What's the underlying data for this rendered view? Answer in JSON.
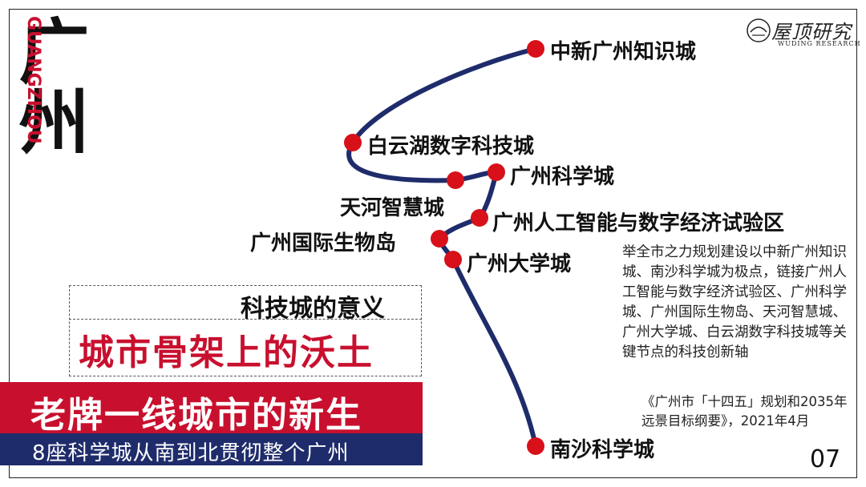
{
  "header": {
    "city_cn": "广州",
    "city_pinyin": "GUANGZHOU",
    "logo_text": "屋顶研究",
    "logo_sub": "WUDING RESEARCH"
  },
  "map": {
    "line_color": "#1f2c6b",
    "node_color": "#d7101a",
    "nodes": [
      {
        "label": "中新广州知识城"
      },
      {
        "label": "白云湖数字科技城"
      },
      {
        "label": "广州科学城"
      },
      {
        "label": "天河智慧城"
      },
      {
        "label": "广州人工智能与数字经济试验区"
      },
      {
        "label": "广州国际生物岛"
      },
      {
        "label": "广州大学城"
      },
      {
        "label": "南沙科学城"
      }
    ]
  },
  "meaning_box": {
    "subtitle": "科技城的意义",
    "main": "城市骨架上的沃土"
  },
  "banner": {
    "main": "老牌一线城市的新生",
    "sub": "8座科学城从南到北贯彻整个广州",
    "red_color": "#c8102e",
    "blue_color": "#1f2c6b"
  },
  "description": "举全市之力规划建设以中新广州知识城、南沙科学城为极点，链接广州人工智能与数字经济试验区、广州科学城、广州国际生物岛、天河智慧城、广州大学城、白云湖数字科技城等关键节点的科技创新轴",
  "source": "《广州市「十四五」规划和2035年远景目标纲要》，2021年4月",
  "page_number": "07"
}
